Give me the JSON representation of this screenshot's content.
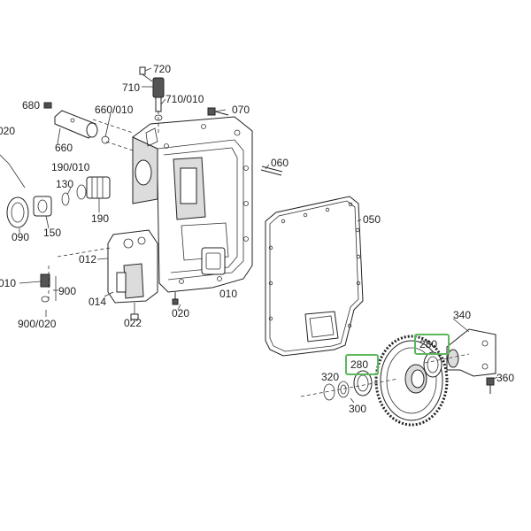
{
  "labels": {
    "l720": "720",
    "l710": "710",
    "l710_010": "710/010",
    "l680": "680",
    "l660_010": "660/010",
    "l070": "070",
    "l020a": "020",
    "l660": "660",
    "l190_010": "190/010",
    "l060": "060",
    "l130": "130",
    "l050": "050",
    "l090": "090",
    "l150": "150",
    "l190": "190",
    "l012": "012",
    "l010a": "010",
    "l900": "900",
    "l014": "014",
    "l020b": "020",
    "l010b": "010",
    "l900_020": "900/020",
    "l022": "022",
    "l340": "340",
    "l280a": "280",
    "l280b": "280",
    "l320": "320",
    "l360": "360",
    "l300": "300"
  },
  "colors": {
    "highlight": "#5cb85c",
    "line": "#222222"
  }
}
